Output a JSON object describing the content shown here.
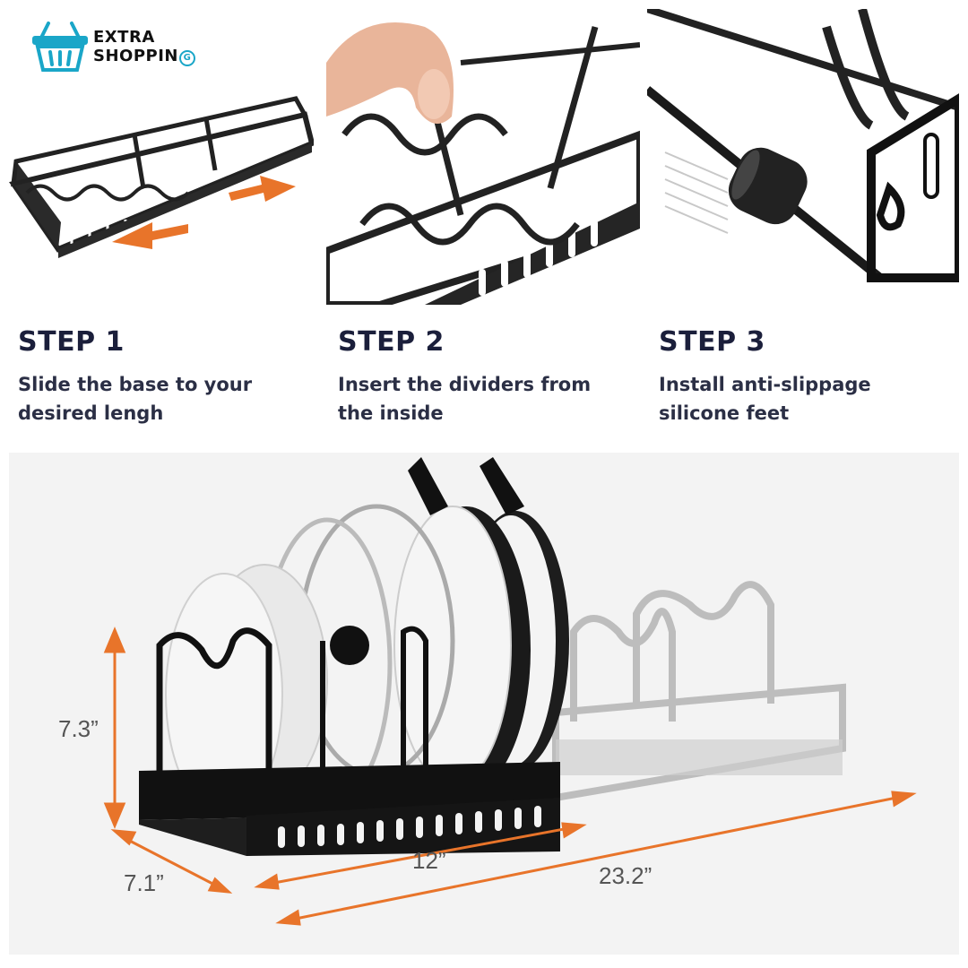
{
  "brand": {
    "line1": "EXTRA",
    "line2": "SHOPPIN",
    "last_letter": "G",
    "accent_color": "#1aa6c8"
  },
  "steps": [
    {
      "title": "STEP 1",
      "desc_line1": "Slide the base to your",
      "desc_line2": "desired lengh"
    },
    {
      "title": "STEP 2",
      "desc_line1": "Insert the dividers from",
      "desc_line2": "the inside"
    },
    {
      "title": "STEP 3",
      "desc_line1": "Install anti-slippage",
      "desc_line2": "silicone feet"
    }
  ],
  "dimensions": {
    "height": "7.3”",
    "depth": "7.1”",
    "min_length": "12”",
    "max_length": "23.2”",
    "arrow_color": "#e8742a"
  }
}
